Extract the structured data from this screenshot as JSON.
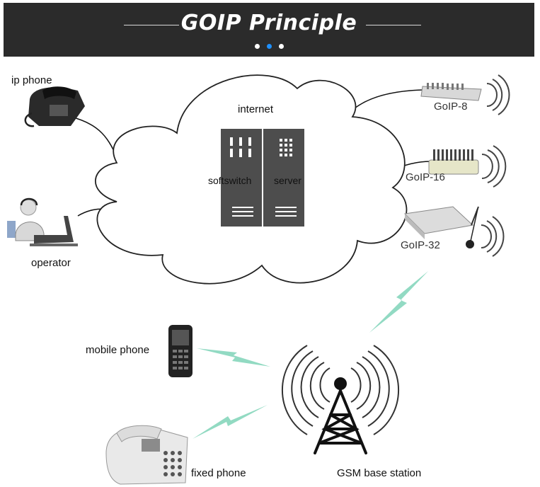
{
  "header": {
    "title": "GOIP Principle",
    "dots": [
      {
        "color": "#ffffff"
      },
      {
        "color": "#1e90ff"
      },
      {
        "color": "#ffffff"
      }
    ]
  },
  "labels": {
    "ip_phone": "ip phone",
    "operator": "operator",
    "internet": "internet",
    "softswitch": "softswitch",
    "server": "server",
    "goip8": "GoIP-8",
    "goip16": "GoIP-16",
    "goip32": "GoIP-32",
    "mobile_phone": "mobile phone",
    "fixed_phone": "fixed phone",
    "gsm_base_station": "GSM base station"
  },
  "colors": {
    "header_bg": "#2b2b2b",
    "signal": "#7fd4b8",
    "server": "#4d4d4d",
    "cloud_stroke": "#222222"
  }
}
